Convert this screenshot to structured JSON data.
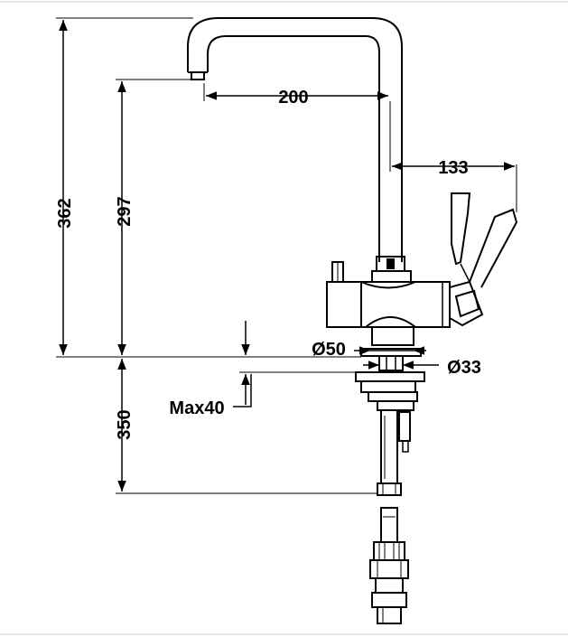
{
  "drawing": {
    "dimensions": {
      "spout_reach": "200",
      "handle_offset": "133",
      "total_height": "362",
      "spout_height": "297",
      "supply_length": "350",
      "max_counter_thickness": "Max40",
      "base_diameter": "Ø50",
      "hole_diameter": "Ø33"
    },
    "colors": {
      "line": "#000000",
      "background": "#ffffff"
    }
  }
}
